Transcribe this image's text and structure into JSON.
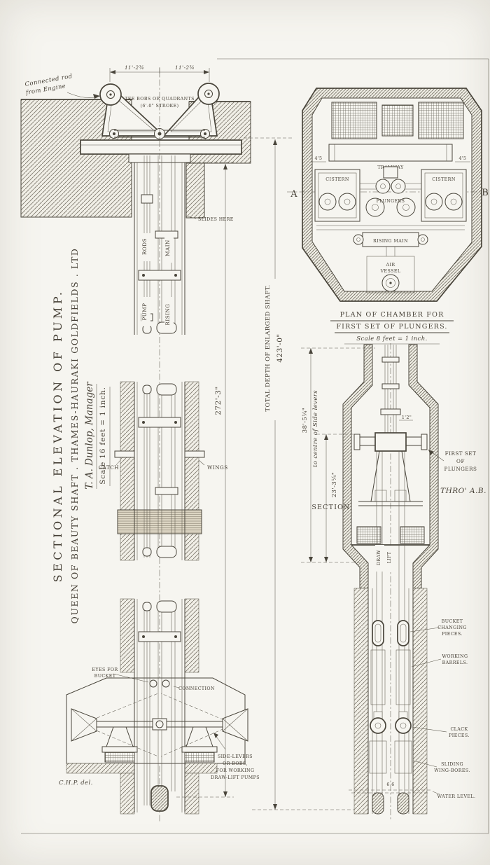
{
  "title_block": {
    "line1": "SECTIONAL ELEVATION OF PUMP.",
    "line2": "QUEEN OF BEAUTY SHAFT . THAMES-HAURAKI GOLDFIELDS . LTD",
    "manager": "T. A. Dunlop, Manager",
    "scale": "Scale 16 feet = 1 inch."
  },
  "elevation": {
    "engine_note_1": "Connected rod",
    "engine_note_2": "from Engine",
    "dim_top_left": "11'-2¾",
    "dim_top_right": "11'-2¾",
    "quadrants_label_1": "TEE BOBS OR QUADRANTS",
    "quadrants_label_2": "(6'-0\" STROKE)",
    "slides_here": "SLIDES HERE",
    "rods": "RODS",
    "main": "MAIN",
    "pump": "PUMP",
    "rising": "RISING",
    "catch": "CATCH",
    "wings": "WINGS",
    "dim_272": "272'-3\"",
    "total_depth_label": "TOTAL DEPTH OF ENLARGED SHAFT.",
    "total_depth_value": "423'-0\"",
    "eyes_1": "EYES FOR",
    "eyes_2": "BUCKET",
    "connection": "CONNECTION",
    "side_levers_1": "SIDE-LEVERS",
    "side_levers_2": "OR BOBS,",
    "side_levers_3": "FOR WORKING",
    "side_levers_4": "DRAW-LIFT PUMPS",
    "delineator": "C.H.P. del."
  },
  "plan": {
    "marker_a": "A",
    "marker_b": "B",
    "dim_left": "4'5",
    "dim_right": "4'5",
    "tramway": "TRAMWAY",
    "cistern_left": "CISTERN",
    "cistern_right": "CISTERN",
    "plungers": "PLUNGERS",
    "rising_main": "RISING MAIN",
    "air_vessel_1": "AIR",
    "air_vessel_2": "VESSEL",
    "caption_1": "PLAN OF CHAMBER FOR",
    "caption_2": "FIRST SET OF PLUNGERS.",
    "scale": "Scale 8 feet = 1 inch."
  },
  "section": {
    "dim_38": "38'-5¼\"",
    "dim_38_note": "to centre of Side levers",
    "dim_23": "23'-3¼\"",
    "dim_12": "1'2\"",
    "first_set_1": "FIRST SET",
    "first_set_2": "OF",
    "first_set_3": "PLUNGERS",
    "label_section": "SECTION",
    "label_thro": "THRO' A.B.",
    "draw": "DRAW",
    "lift": "LIFT",
    "bucket_1": "BUCKET",
    "bucket_2": "CHANGING",
    "bucket_3": "PIECES.",
    "working_1": "WORKING",
    "working_2": "BARRELS.",
    "clack_1": "CLACK",
    "clack_2": "PIECES.",
    "sliding_1": "SLIDING",
    "sliding_2": "WING-BORES.",
    "water_level": "WATER LEVEL.",
    "pipe_dims": "6  6"
  }
}
